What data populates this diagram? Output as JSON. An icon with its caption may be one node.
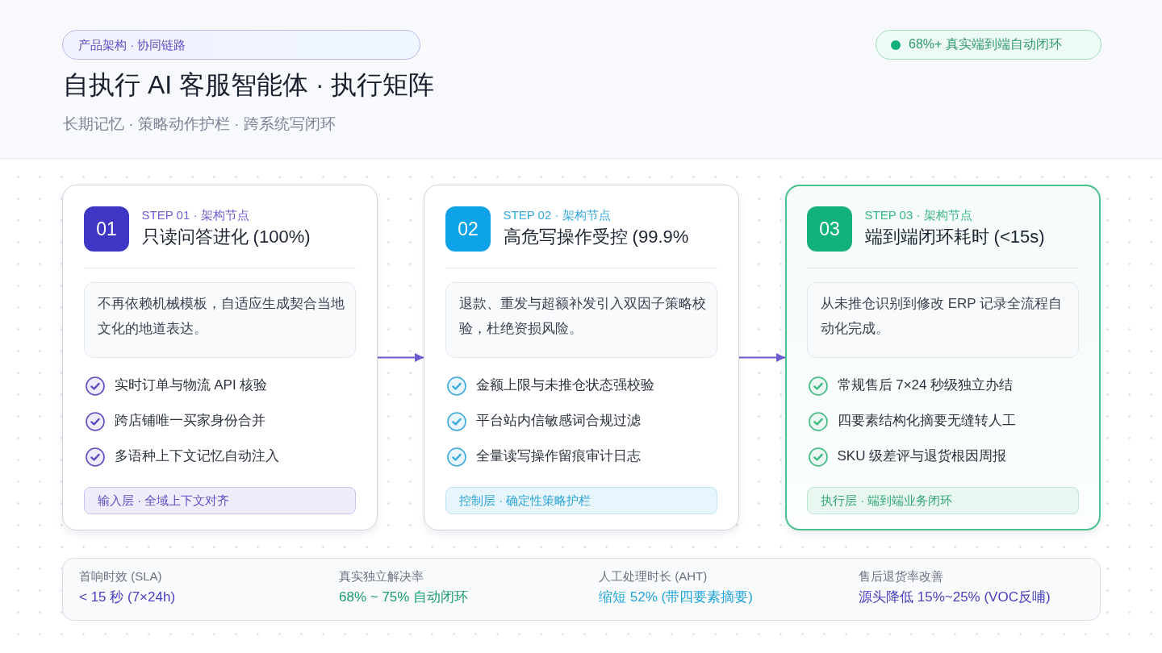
{
  "diagram": {
    "title": "自执行 AI 客服智能体 · 执行矩阵",
    "nodes": [
      {
        "text": [
          "产品架构 · 协同链路"
        ]
      },
      {
        "text": [
          "68%+ 真实端到端自动闭环"
        ]
      },
      {
        "text": [
          "STEP 01 · 架构节点",
          "只读问答进化 (100%)",
          "实时订单与物流 API 核验",
          "跨店铺唯一买家身份合并",
          "多语种上下文记忆自动注入"
        ]
      },
      {
        "text": [
          "01"
        ],
        "in": 2
      },
      {
        "text": [
          "不再依赖机械模板，自适应生成契合当地文化的地道表达。"
        ],
        "in": 2
      },
      {
        "text": [
          "输入层 · 全域上下文对齐"
        ],
        "in": 2
      },
      {
        "text": [
          "STEP 02 · 架构节点",
          "高危写操作受控 (99.9%",
          "金额上限与未推仓状态强校验",
          "平台站内信敏感词合规过滤",
          "全量读写操作留痕审计日志"
        ]
      },
      {
        "text": [
          "02"
        ],
        "in": 6
      },
      {
        "text": [
          "退款、重发与超额补发引入双因子策略校验，杜绝资损风险。"
        ],
        "in": 6
      },
      {
        "text": [
          "控制层 · 确定性策略护栏"
        ],
        "in": 6
      },
      {
        "text": [
          "STEP 03 · 架构节点",
          "端到端闭环耗时 (<15s)",
          "常规售后 7×24 秒级独立办结",
          "四要素结构化摘要无缝转人工",
          "SKU 级差评与退货根因周报"
        ]
      },
      {
        "text": [
          "03"
        ],
        "in": 10
      },
      {
        "text": [
          "从未推仓识别到修改 ERP 记录全流程自动化完成。"
        ],
        "in": 10
      },
      {
        "text": [
          "执行层 · 端到端业务闭环"
        ],
        "in": 10
      },
      {
        "text": [
          "首响时效 (SLA)",
          "< 15 秒 (7×24h)",
          "真实独立解决率",
          "68% ~ 75% 自动闭环",
          "人工处理时长 (AHT)",
          "缩短 52% (带四要素摘要)",
          "售后退货率改善",
          "源头降低 15%~25% (VOC反哺)"
        ]
      }
    ],
    "edges": [
      {
        "from": 2,
        "to": 6,
        "arrow": "to"
      },
      {
        "from": 6,
        "to": 10,
        "arrow": "to"
      }
    ],
    "labels": [
      "长期记忆 · 策略动作护栏 · 跨系统写闭环"
    ]
  }
}
